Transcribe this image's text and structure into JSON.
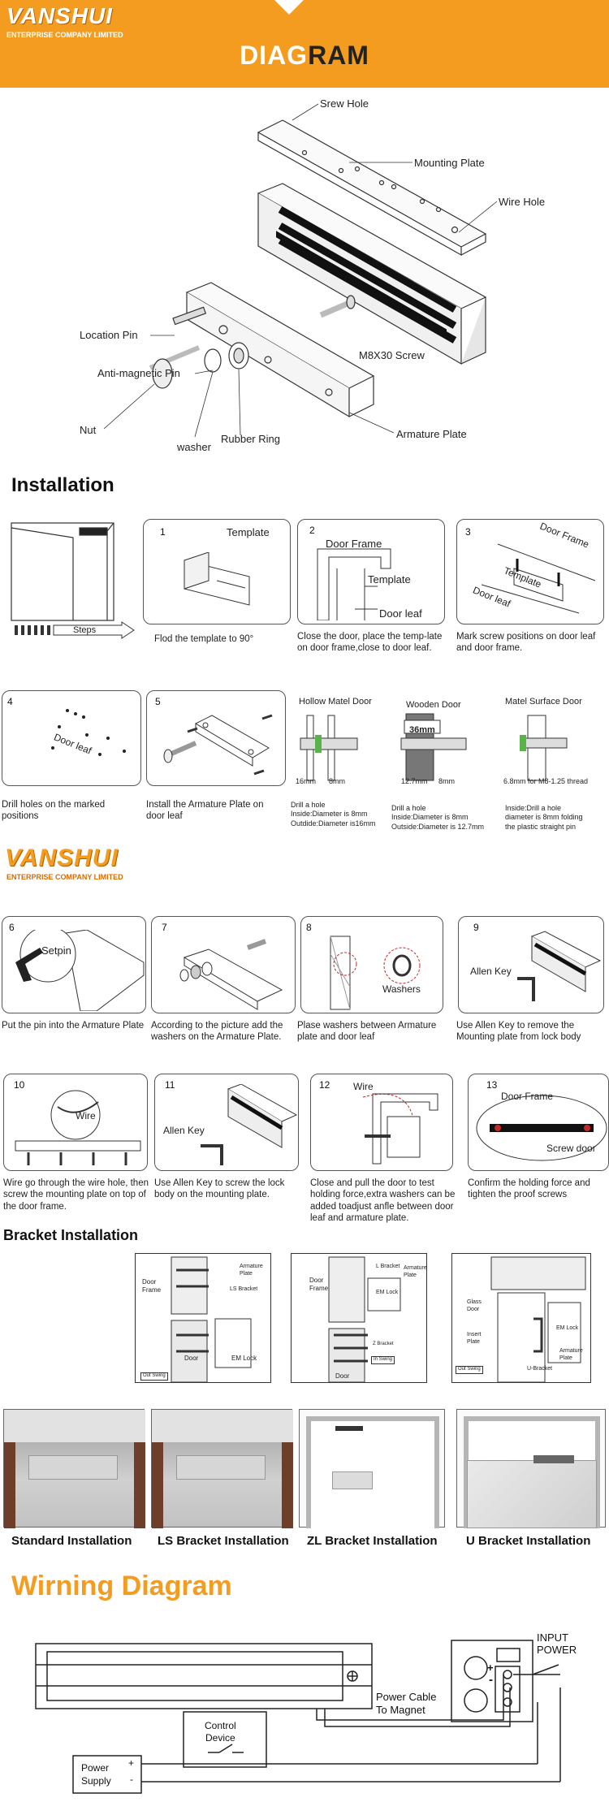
{
  "brand": {
    "name": "VANSHUI",
    "subtitle": "ENTERPRISE COMPANY LIMITED"
  },
  "colors": {
    "accent": "#f39c1f",
    "text": "#111111",
    "line": "#333333"
  },
  "header": {
    "title_part1": "DIAG",
    "title_part2": "RAM"
  },
  "diagram": {
    "labels": {
      "screw_hole": "Srew Hole",
      "mounting_plate": "Mounting Plate",
      "wire_hole": "Wire Hole",
      "location_pin": "Location Pin",
      "screw": "M8X30 Screw",
      "anti_magnetic_pin": "Anti-magnetic Pin",
      "nut": "Nut",
      "washer": "washer",
      "rubber_ring": "Rubber Ring",
      "armature_plate": "Armature Plate"
    }
  },
  "installation": {
    "title": "Installation",
    "steps_label": "Steps",
    "steps": [
      {
        "num": "1",
        "title": "Template",
        "caption": "Flod the template to 90°"
      },
      {
        "num": "2",
        "caption": "Close the door, place the temp-late on door frame,close to door leaf.",
        "labels": [
          "Door Frame",
          "Template",
          "Door leaf"
        ]
      },
      {
        "num": "3",
        "caption": "Mark screw positions on door leaf and door frame.",
        "labels": [
          "Door Frame",
          "Template",
          "Door leaf"
        ]
      },
      {
        "num": "4",
        "caption": "Drill holes on the marked positions",
        "labels": [
          "Door leaf"
        ]
      },
      {
        "num": "5",
        "caption": "Install the Armature Plate on door leaf"
      },
      {
        "num": "6",
        "caption": "Put the pin into the Armature Plate",
        "labels": [
          "Setpin"
        ]
      },
      {
        "num": "7",
        "caption": "According to the picture add the washers on the Armature Plate."
      },
      {
        "num": "8",
        "caption": "Plase washers between Armature plate and door leaf",
        "labels": [
          "Washers"
        ]
      },
      {
        "num": "9",
        "caption": "Use Allen Key to remove the Mounting plate from lock body",
        "labels": [
          "Allen Key"
        ]
      },
      {
        "num": "10",
        "caption": "Wire go through the wire hole, then screw the mounting plate on top of the door frame.",
        "labels": [
          "Wire"
        ]
      },
      {
        "num": "11",
        "caption": "Use Allen Key to screw the lock body on the mounting plate.",
        "labels": [
          "Allen Key"
        ]
      },
      {
        "num": "12",
        "caption": "Close and pull the door to test holding force,extra washers can be added toadjust anfle between door leaf and armature plate.",
        "labels": [
          "Wire"
        ]
      },
      {
        "num": "13",
        "caption": "Confirm the holding force and tighten the proof screws",
        "labels": [
          "Door Frame",
          "Screw door"
        ]
      }
    ],
    "doors": [
      {
        "title": "Hollow Matel Door",
        "dims": [
          "16mm",
          "8mm"
        ],
        "caption": "Drill a hole\nInside:Diameter is 8mm\nOutdide:Diameter is16mm"
      },
      {
        "title": "Wooden Door",
        "dims": [
          "36mm",
          "12.7mm",
          "8mm"
        ],
        "caption": "Drill a hole\nInside:Diameter is 8mm\nOutside:Diameter is 12.7mm"
      },
      {
        "title": "Matel Surface Door",
        "dims": [
          "6.8mm for M8-1.25 thread"
        ],
        "caption": "Inside:Drill a hole\ndiameter is 8mm folding\nthe plastic straight pin"
      }
    ]
  },
  "bracket": {
    "title": "Bracket Installation",
    "diagrams": [
      {
        "labels": [
          "Door Frame",
          "Armature Plate",
          "LS Bracket",
          "Door",
          "EM Lock",
          "Out Swing"
        ]
      },
      {
        "labels": [
          "Door Frame",
          "L Bracket",
          "Armature Plate",
          "EM Lock",
          "Z Bracket",
          "Door",
          "In Swing"
        ]
      },
      {
        "labels": [
          "Glass Door",
          "Insert Plate",
          "EM Lock",
          "Armature Plate",
          "U-Bracket",
          "Out Swing"
        ]
      }
    ],
    "photos": [
      {
        "caption": "Standard Installation"
      },
      {
        "caption": "LS Bracket Installation"
      },
      {
        "caption": "ZL Bracket Installation"
      },
      {
        "caption": "U Bracket Installation"
      }
    ]
  },
  "wiring": {
    "title": "Wirning Diagram",
    "input_power": "INPUT\nPOWER",
    "plus": "+",
    "minus": "-",
    "power_cable": "Power Cable\nTo Magnet",
    "control_device": "Control\nDevice",
    "power_supply": "Power\nSupply"
  }
}
